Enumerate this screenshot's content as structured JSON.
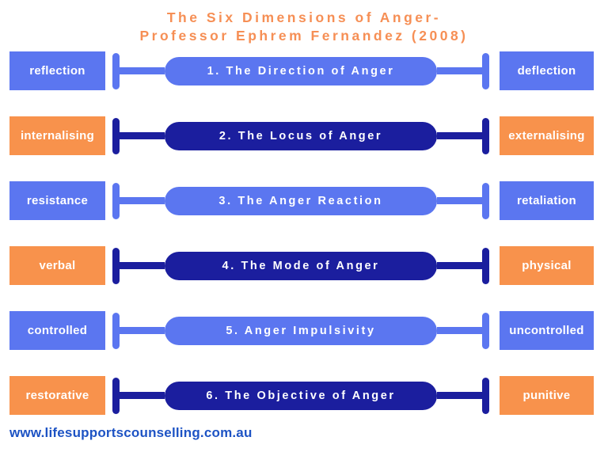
{
  "title": {
    "line1": "The Six Dimensions of Anger-",
    "line2": "Professor Ephrem Fernandez (2008)"
  },
  "rows": [
    {
      "left": "reflection",
      "center": "1. The Direction of Anger",
      "right": "deflection"
    },
    {
      "left": "internalising",
      "center": "2. The Locus of Anger",
      "right": "externalising"
    },
    {
      "left": "resistance",
      "center": "3. The Anger Reaction",
      "right": "retaliation"
    },
    {
      "left": "verbal",
      "center": "4. The Mode of Anger",
      "right": "physical"
    },
    {
      "left": "controlled",
      "center": "5. Anger Impulsivity",
      "right": "uncontrolled"
    },
    {
      "left": "restorative",
      "center": "6. The Objective of Anger",
      "right": "punitive"
    }
  ],
  "footer": {
    "url": "www.lifesupportscounselling.com.au"
  },
  "colors": {
    "lightBlue": "#5b76f0",
    "darkNavy": "#1b1e9e",
    "orange": "#f8924c",
    "titleOrange": "#f68f55",
    "footerBlue": "#1d53c4",
    "textOnFill": "#ffffff",
    "background": "#ffffff"
  }
}
